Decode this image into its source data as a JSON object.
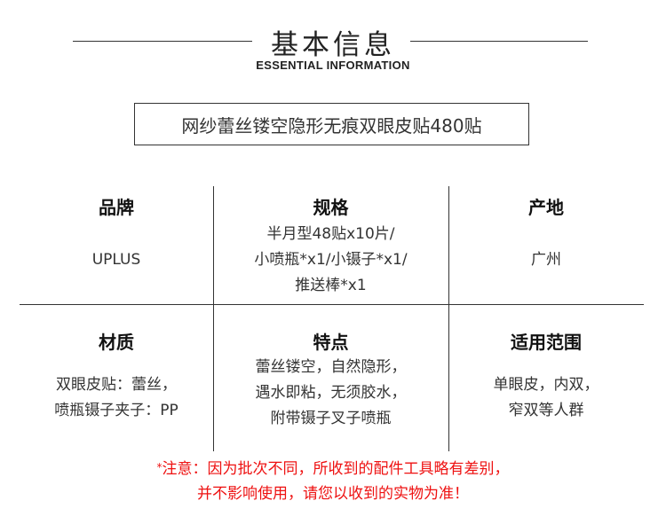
{
  "header": {
    "title": "基本信息",
    "subtitle": "ESSENTIAL INFORMATION"
  },
  "product": {
    "name": "网纱蕾丝镂空隐形无痕双眼皮贴480贴"
  },
  "info_grid": {
    "row1": [
      {
        "heading": "品牌",
        "lines": [
          "UPLUS"
        ]
      },
      {
        "heading": "规格",
        "lines": [
          "半月型48贴x10片/",
          "小喷瓶*x1/小镊子*x1/",
          "推送棒*x1"
        ]
      },
      {
        "heading": "产地",
        "lines": [
          "广州"
        ]
      }
    ],
    "row2": [
      {
        "heading": "材质",
        "lines": [
          "双眼皮贴：蕾丝，",
          "喷瓶镊子夹子：PP"
        ]
      },
      {
        "heading": "特点",
        "lines": [
          "蕾丝镂空，自然隐形，",
          "遇水即粘，无须胶水，",
          "附带镊子叉子喷瓶"
        ]
      },
      {
        "heading": "适用范围",
        "lines": [
          "单眼皮，内双，",
          "窄双等人群"
        ]
      }
    ]
  },
  "notice": {
    "star": "*",
    "line1": "注意：因为批次不同，所收到的配件工具略有差别，",
    "line2": "并不影响使用，请您以收到的实物为准！"
  },
  "colors": {
    "text": "#222222",
    "line": "#333333",
    "notice": "#ee1111"
  }
}
